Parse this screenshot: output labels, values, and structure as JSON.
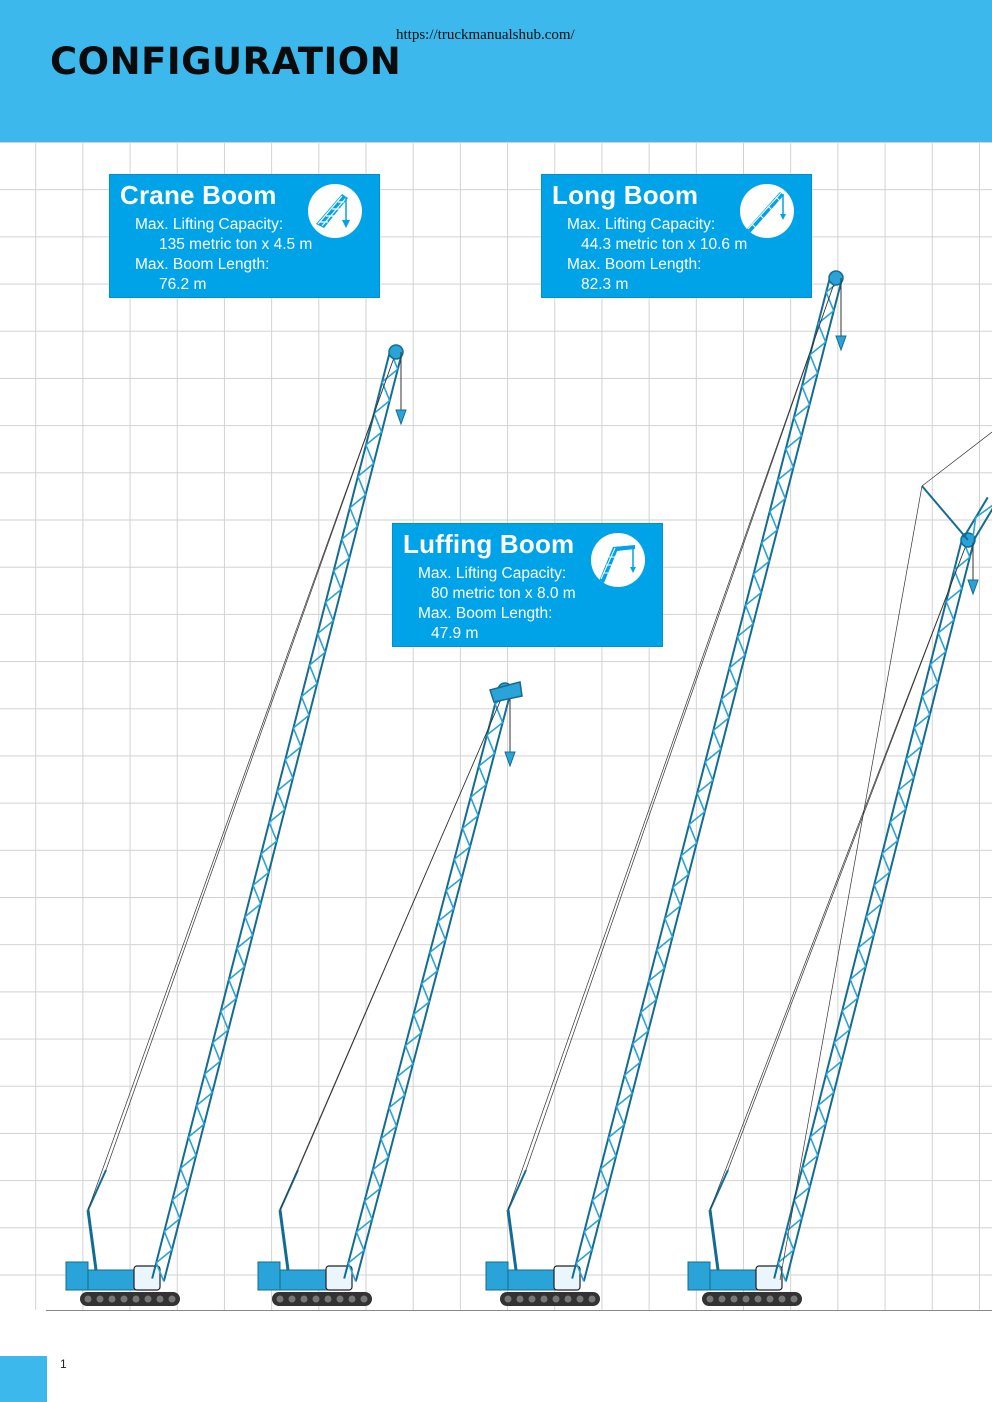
{
  "header": {
    "url": "https://truckmanualshub.com/",
    "title": "CONFIGURATION",
    "color": "#3cb8ec"
  },
  "colors": {
    "box": "#00a3e8",
    "boom": "#2aa3d8",
    "boom_dark": "#136d92",
    "track": "#333333"
  },
  "boxes": {
    "crane": {
      "title": "Crane Boom",
      "capacity_label": "Max. Lifting Capacity:",
      "capacity_value": "135 metric ton x 4.5 m",
      "length_label": "Max. Boom Length:",
      "length_value": "76.2 m",
      "icon": "crane-boom-icon"
    },
    "long": {
      "title": "Long Boom",
      "capacity_label": "Max. Lifting Capacity:",
      "capacity_value": "44.3 metric ton x 10.6 m",
      "length_label": "Max. Boom Length:",
      "length_value": "82.3 m",
      "icon": "long-boom-icon"
    },
    "luffing": {
      "title": "Luffing Boom",
      "capacity_label": "Max. Lifting Capacity:",
      "capacity_value": "80 metric ton x 8.0 m",
      "length_label": "Max. Boom Length:",
      "length_value": "47.9 m",
      "icon": "luffing-boom-icon"
    }
  },
  "footer": {
    "page_number": "1"
  }
}
